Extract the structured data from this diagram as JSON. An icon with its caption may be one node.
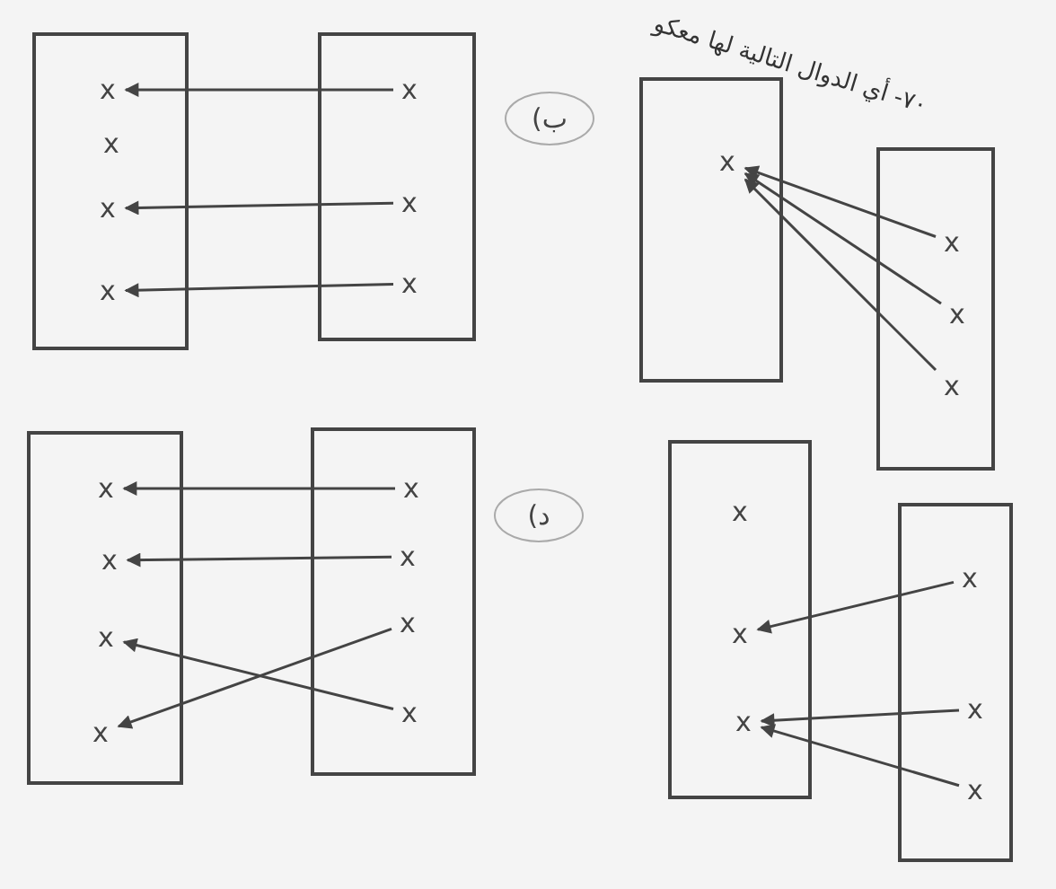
{
  "diagram": {
    "title": "٧٠- أي الدوال التالية لها معكو",
    "nodes": [
      {
        "text": [],
        "shape": "box"
      },
      {
        "text": [
          "x"
        ],
        "in": 0
      },
      {
        "text": [
          "x"
        ],
        "in": 0
      },
      {
        "text": [
          "x"
        ],
        "in": 0
      },
      {
        "text": [
          "x"
        ],
        "in": 0
      },
      {
        "text": [],
        "shape": "box"
      },
      {
        "text": [
          "x"
        ],
        "in": 5
      },
      {
        "text": [
          "x"
        ],
        "in": 5
      },
      {
        "text": [
          "x"
        ],
        "in": 5
      },
      {
        "text": [
          "ب)"
        ]
      },
      {
        "text": [],
        "shape": "box"
      },
      {
        "text": [
          "x"
        ],
        "in": 10
      },
      {
        "text": [],
        "shape": "box"
      },
      {
        "text": [
          "x"
        ],
        "in": 12
      },
      {
        "text": [
          "x"
        ],
        "in": 12
      },
      {
        "text": [
          "x"
        ],
        "in": 12
      },
      {
        "text": [],
        "shape": "box"
      },
      {
        "text": [
          "x"
        ],
        "in": 16
      },
      {
        "text": [
          "x"
        ],
        "in": 16
      },
      {
        "text": [
          "x"
        ],
        "in": 16
      },
      {
        "text": [
          "x"
        ],
        "in": 16
      },
      {
        "text": [],
        "shape": "box"
      },
      {
        "text": [
          "x"
        ],
        "in": 21
      },
      {
        "text": [
          "x"
        ],
        "in": 21
      },
      {
        "text": [
          "x"
        ],
        "in": 21
      },
      {
        "text": [
          "x"
        ],
        "in": 21
      },
      {
        "text": [
          "د)"
        ]
      },
      {
        "text": [],
        "shape": "box"
      },
      {
        "text": [
          "x"
        ],
        "in": 27
      },
      {
        "text": [
          "x"
        ],
        "in": 27
      },
      {
        "text": [
          "x"
        ],
        "in": 27
      },
      {
        "text": [],
        "shape": "box"
      },
      {
        "text": [
          "x"
        ],
        "in": 31
      },
      {
        "text": [
          "x"
        ],
        "in": 31
      },
      {
        "text": [
          "x"
        ],
        "in": 31
      }
    ],
    "edges": [
      {
        "from": 6,
        "to": 1,
        "arrow": "to"
      },
      {
        "from": 7,
        "to": 3,
        "arrow": "to"
      },
      {
        "from": 8,
        "to": 4,
        "arrow": "to"
      },
      {
        "from": 13,
        "to": 11,
        "arrow": "to"
      },
      {
        "from": 14,
        "to": 11,
        "arrow": "to"
      },
      {
        "from": 15,
        "to": 11,
        "arrow": "to"
      },
      {
        "from": 22,
        "to": 17,
        "arrow": "to"
      },
      {
        "from": 23,
        "to": 18,
        "arrow": "to"
      },
      {
        "from": 24,
        "to": 20,
        "arrow": "to"
      },
      {
        "from": 25,
        "to": 19,
        "arrow": "to"
      },
      {
        "from": 32,
        "to": 29,
        "arrow": "to"
      },
      {
        "from": 33,
        "to": 30,
        "arrow": "to"
      },
      {
        "from": 34,
        "to": 30,
        "arrow": "to"
      }
    ]
  }
}
